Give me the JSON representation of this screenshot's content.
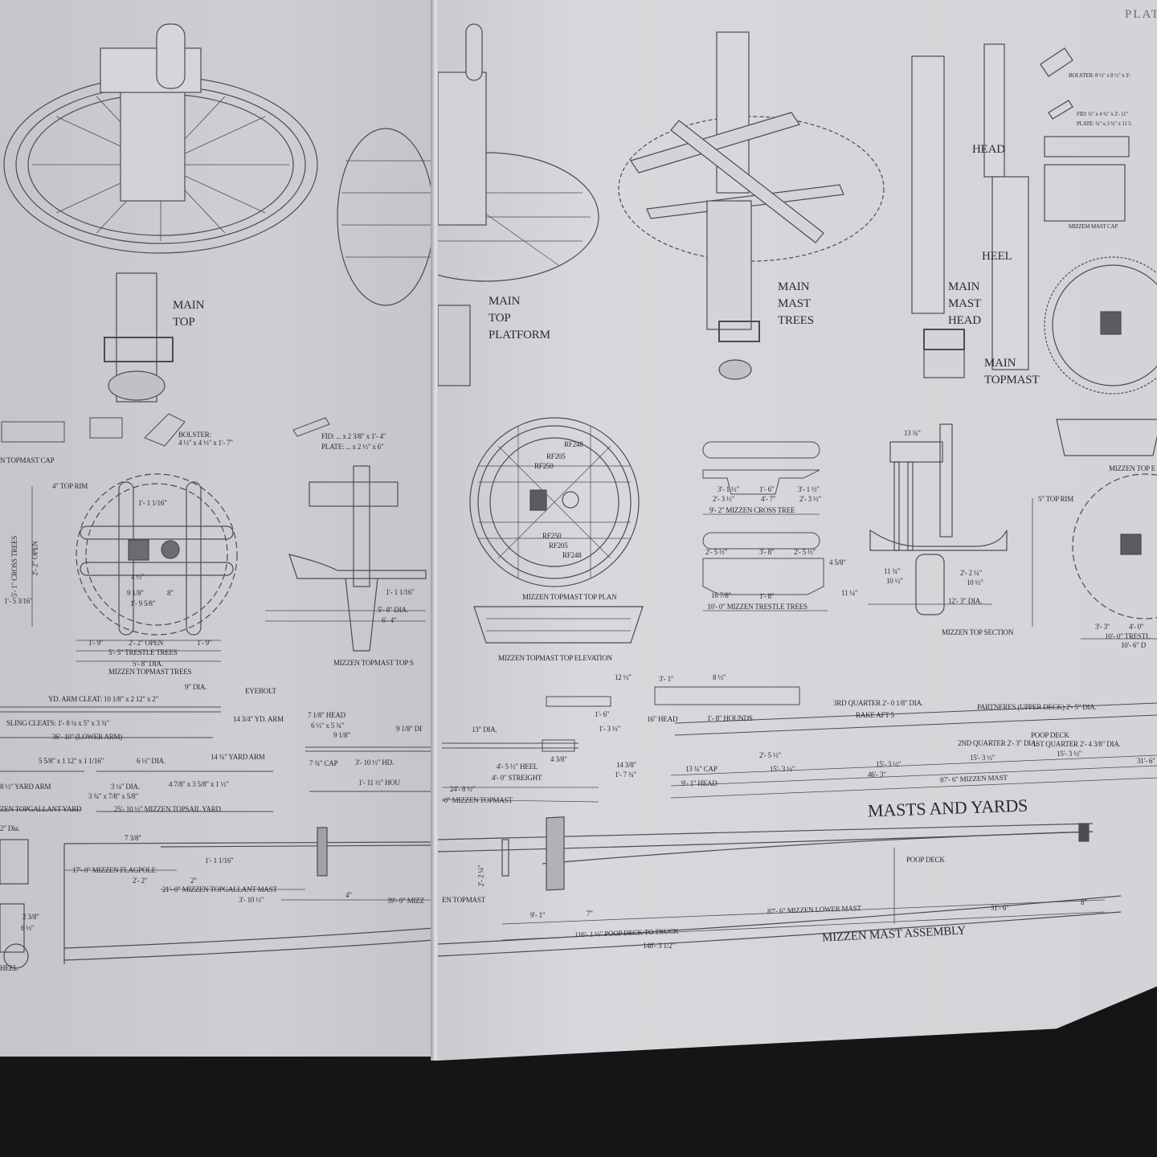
{
  "left_page": {
    "labels": [
      "MAIN\nTOP",
      "BOLSTER:\n4 ½\" x 4 ½\" x 1'- 7\"",
      "FID: ... x 2 3/8\" x 1'- 4\"",
      "PLATE: ... x 2 ½\" x 6\"",
      "N TOPMAST CAP",
      "4\" TOP RIM",
      "1'- 1 1/16\"",
      "5'- 1\" CROSS TREES",
      "2'- 2\" OPEN",
      "1'- 9\"",
      "2'- 2\" OPEN",
      "1'- 9\"",
      "5'- 5\" TRESTLE TREES",
      "5'- 8\" DIA.",
      "MIZZEN TOPMAST TREES",
      "4 ½\"",
      "9 1/8\"",
      "8\"",
      "1'- 9 5/8\"",
      "1'- 5 3/16\"",
      "5'- 8\" DIA.",
      "6'- 4\"",
      "1'- 1 1/16\"",
      "MIZZEN TOPMAST TOP S",
      "9\" DIA.",
      "EYEBOLT",
      "YD. ARM CLEAT: 10 1/8\" x 2 12\" x 2\"",
      "14 3/4\" YD. ARM",
      "SLING CLEATS: 1'- 8 ¼ x 5\" x 3 ¾\"",
      "36'- 10\" (LOWER ARM)",
      "5 5/8\" x 1 12\" x 1 1/16\"",
      "6 ½\" DIA.",
      "14 ¾\" YARD ARM",
      "8 ½\" YARD ARM",
      "3 ¼\" DIA.",
      "4 7/8\" x 3 5/8\" x 1 ½\"",
      "3 ¾\" x 7/8\" x 5/8\"",
      "ZEN TOPGALLANT YARD",
      "25'- 10 ½\" MIZZEN TOPSAIL YARD",
      "7 1/8\" HEAD",
      "6 ½\" x 5 ¾\"",
      "9 1/8\"",
      "9 1/8\" DI",
      "7 ¾\" CAP",
      "3'- 10 ½\" HD.",
      "1'- 11 ½\" HOU",
      "7 3/8\"",
      "1'- 1 1/16\"",
      "17'- 0\" MIZZEN FLAGPOLE",
      "2'- 2\"",
      "2\"",
      "21'- 0\" MIZZEN TOPGALLANT MAST",
      "3'- 10 ½\"",
      "4\"",
      "39'- 0\" MIZZ",
      "2\" Dia.",
      "2 3/8\"",
      "6 ½\"",
      "HEEL"
    ]
  },
  "right_page": {
    "labels": [
      "PLAT",
      "MAIN\nTOP\nPLATFORM",
      "MAIN\nMAST\nTREES",
      "HEAD",
      "HEEL",
      "MAIN\nMAST\nHEAD",
      "MAIN\nTOPMAST",
      "BOLSTER: 8 ½\" x 8 ½\" x 3'-",
      "FID: ¾\" x 4 ¾\" x 2'- 11\"",
      "PLATE: ¾\" x 3 ¾\" x 11 5",
      "MIZZEM MAST CAP",
      "RF248",
      "RF205",
      "RF250",
      "RF250",
      "RF205",
      "RF248",
      "MIZZEN TOPMAST TOP PLAN",
      "MIZZEN TOPMAST TOP ELEVATION",
      "3'- 1 ½\"",
      "1'- 6\"",
      "3'- 1 ½\"",
      "2'- 3 ½\"",
      "4'- 7\"",
      "2'- 3 ½\"",
      "9'- 2\" MIZZEN CROSS TREE",
      "2'- 5 ½\"",
      "3'- 8\"",
      "2'- 5 ½\"",
      "4 5/8\"",
      "16 7/8\"",
      "1'- 8\"",
      "11 ¼\"",
      "10'- 0\" MIZZEN TRESTLE TREES",
      "13 ¾\"",
      "11 ¾\"",
      "10 ½\"",
      "2'- 2 ¼\"",
      "10 ½\"",
      "12'- 3\" DIA.",
      "MIZZEN TOP SECTION",
      "5\" TOP RIM",
      "MIZZEN TOP E",
      "3'- 3\"",
      "4'- 0\"",
      "10'- 0\" TRESTL",
      "10'- 6\" D",
      "12 ½\"",
      "3'- 1\"",
      "8 ½\"",
      "1'- 6\"",
      "16\" HEAD",
      "1'- 8\" HOUNDS",
      "13\" DIA.",
      "1'- 3 ½\"",
      "4 3/8\"",
      "14 3/8\"",
      "1'- 7 ¾\"",
      "4'- 5 ½\" HEEL",
      "4'- 0\" STREIGHT",
      "24'- 8 ½\"",
      "-0\" MIZZEN TOPMAST",
      "3RD QUARTER 2'- 0 1/8\" DIA.",
      "RAKE AFT 5",
      "PARTNERES (UPPER DECK) 2'- 5\" DIA.",
      "POOP DECK",
      "2ND QUARTER 2'- 3\" DIA.",
      "1ST QUARTER 2'- 4 3/8\" DIA.",
      "13 ¾\" CAP",
      "2'- 5 ½\"",
      "15'- 3 ½\"",
      "15'- 3 ½\"",
      "15'- 3 ½\"",
      "15'- 3 ½\"",
      "31'- 6\"",
      "46'- 3\"",
      "9'- 1\" HEAD",
      "87'- 6\" MIZZEN MAST",
      "MASTS AND YARDS",
      "POOP DECK",
      "EN TOPMAST",
      "9'- 1\"",
      "7\"",
      "87'- 6\" MIZZEN LOWER MAST",
      "31'- 6\"",
      "8\"",
      "116'- 1 ½\" POOP DECK TO TRUCK",
      "148'- 3 1/2\"",
      "MIZZEN MAST ASSEMBLY",
      "2'- 2 ¼\""
    ]
  }
}
